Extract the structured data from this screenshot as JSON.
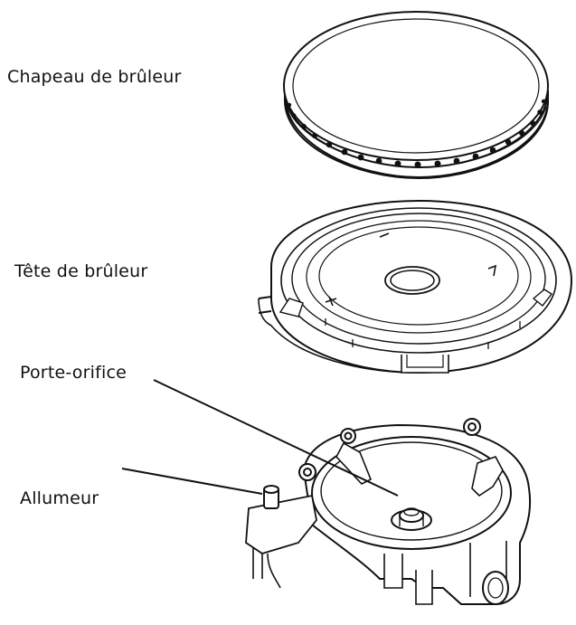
{
  "labels": {
    "burner_cap": "Chapeau de brûleur",
    "burner_head": "Tête de brûleur",
    "orifice_holder": "Porte-orifice",
    "igniter": "Allumeur"
  }
}
